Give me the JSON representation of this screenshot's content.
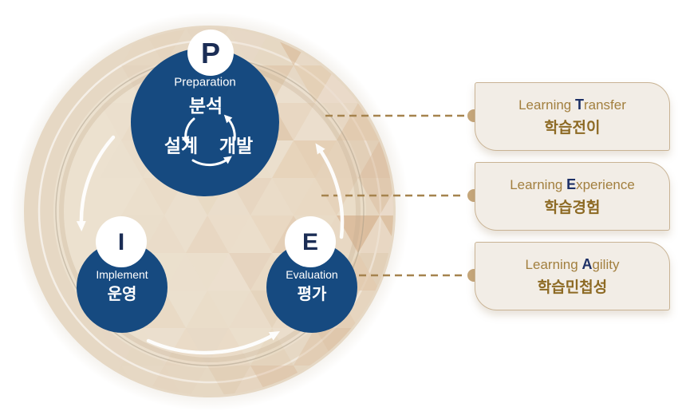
{
  "diagram": {
    "p": {
      "badge": "P",
      "subtitle": "Preparation",
      "steps": {
        "top": "분석",
        "bottom_left": "설계",
        "bottom_right": "개발"
      }
    },
    "i": {
      "badge": "I",
      "subtitle": "Implement",
      "label": "운영"
    },
    "e": {
      "badge": "E",
      "subtitle": "Evaluation",
      "label": "평가"
    }
  },
  "cards": [
    {
      "prefix": "Learning ",
      "accent": "T",
      "suffix": "ransfer",
      "korean": "학습전이"
    },
    {
      "prefix": "Learning ",
      "accent": "E",
      "suffix": "xperience",
      "korean": "학습경험"
    },
    {
      "prefix": "Learning ",
      "accent": "A",
      "suffix": "gility",
      "korean": "학습민첩성"
    }
  ],
  "colors": {
    "circle_navy": "#164a80",
    "badge_letter_navy": "#1b2d55",
    "accent_navy": "#1d3066",
    "title_gold": "#a27f3e",
    "korean_gold": "#8d6a24",
    "dash_brown": "#a5834e",
    "dot_tan": "#c6a77b",
    "ring_tan": "#e6d8c4",
    "inner_beige": "#ece1cf",
    "card_bg": "#f2ede6",
    "card_border": "#c9b394"
  }
}
